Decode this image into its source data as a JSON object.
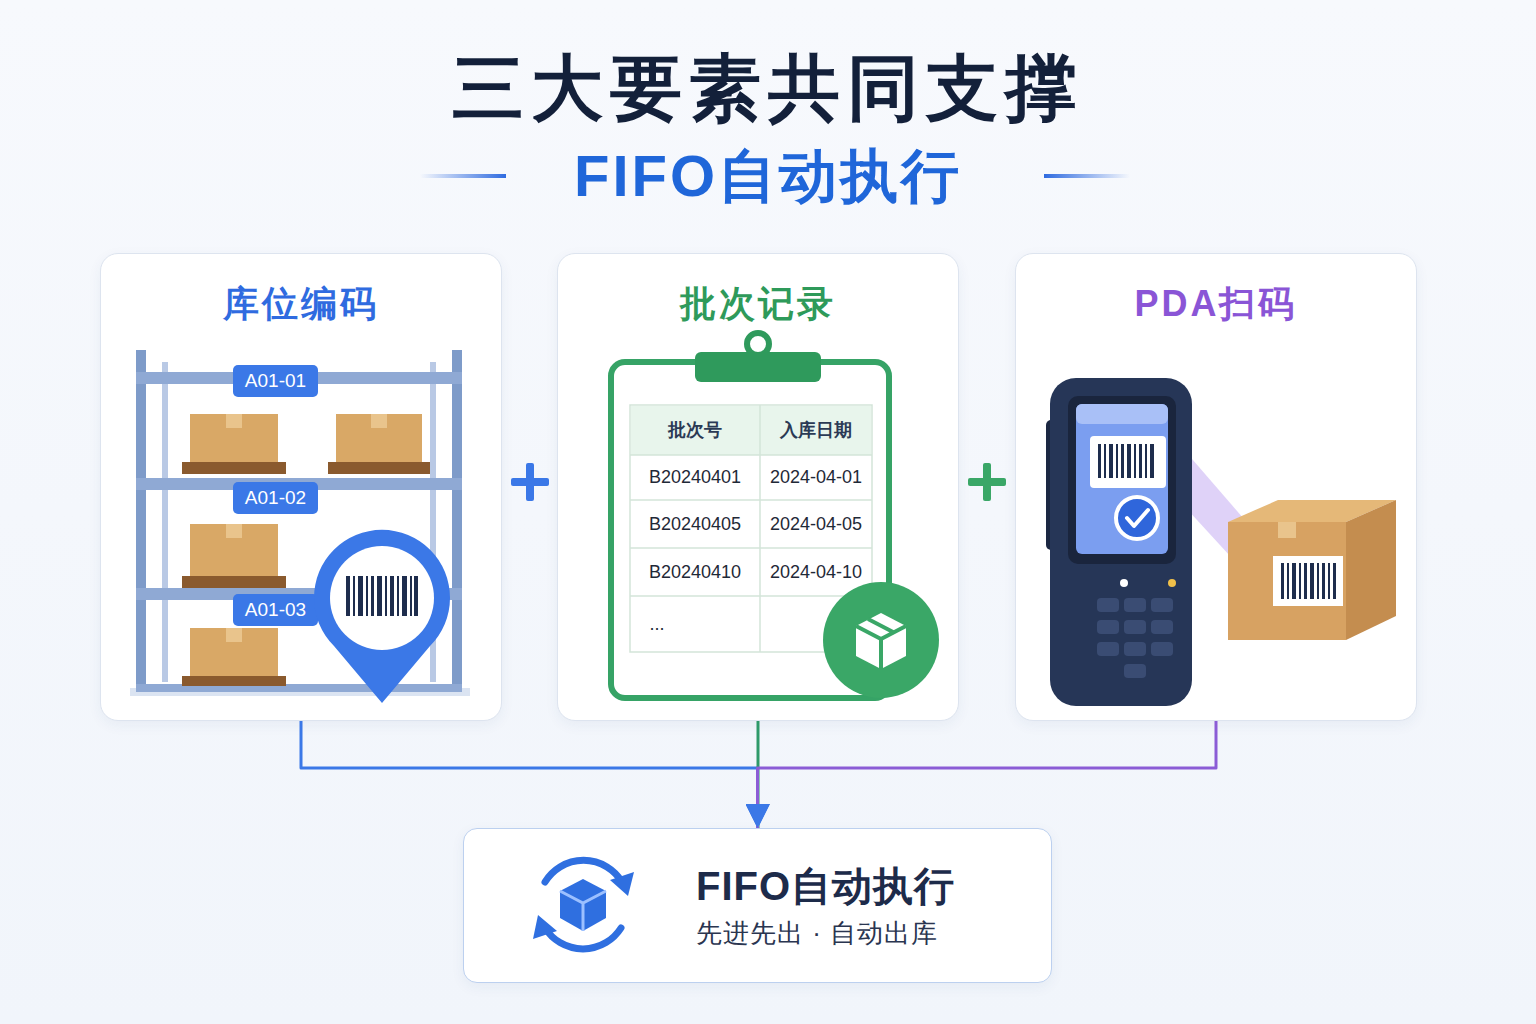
{
  "diagram": {
    "title": "三大要素共同支撑",
    "nodes": [
      {
        "text": [
          "库位编码"
        ]
      },
      {
        "text": [
          "批次记录"
        ]
      },
      {
        "text": [
          "PDA扫码"
        ]
      },
      {
        "text": [
          "FIFO自动执行",
          "先进先出 · 自动出库"
        ]
      }
    ],
    "edges": [
      {
        "from": 0,
        "to": 3,
        "arrow": "to"
      },
      {
        "from": 1,
        "to": 3,
        "arrow": "to"
      },
      {
        "from": 2,
        "to": 3,
        "arrow": "to"
      }
    ],
    "labels": [
      "FIFO自动执行",
      "A01-01",
      "A01-02",
      "A01-03",
      "批次号",
      "入库日期",
      "B20240401",
      "2024-04-01",
      "B20240405",
      "2024-04-05",
      "B20240410",
      "2024-04-10",
      "..."
    ]
  }
}
